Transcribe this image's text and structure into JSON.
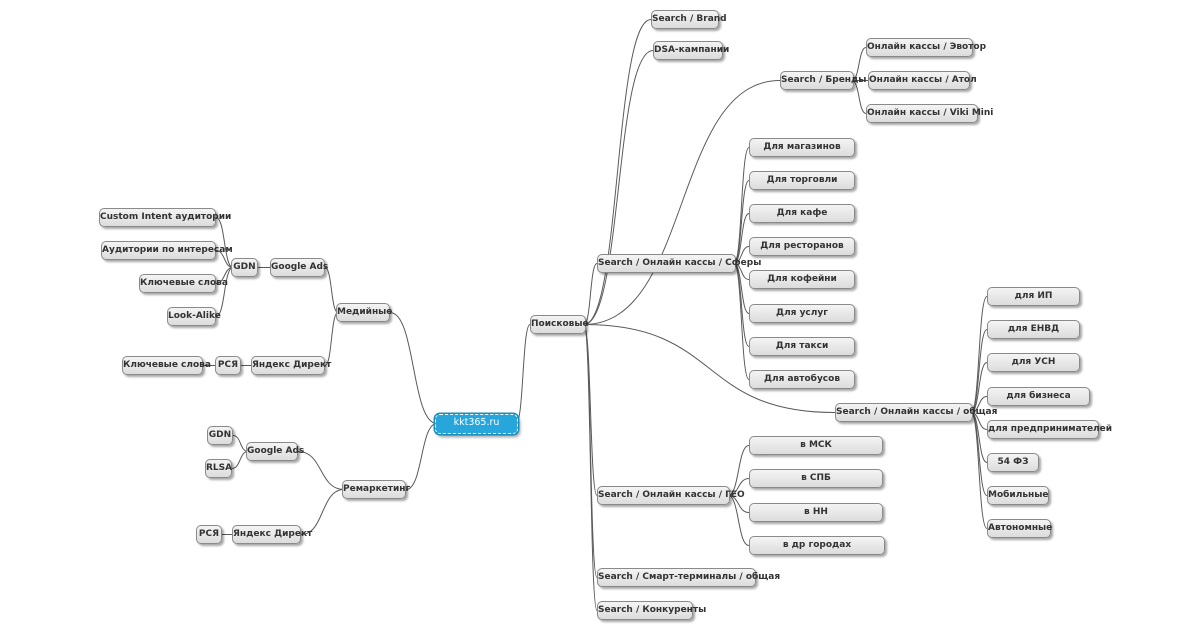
{
  "mindmap": {
    "root": {
      "label": "kkt365.ru"
    },
    "nodes": [
      {
        "id": "poisk",
        "label": "Поисковые",
        "parent": "root"
      },
      {
        "id": "media",
        "label": "Медийные",
        "parent": "root"
      },
      {
        "id": "remark",
        "label": "Ремаркетинг",
        "parent": "root"
      },
      {
        "id": "s_brand",
        "label": "Search / Brand",
        "parent": "poisk"
      },
      {
        "id": "dsa",
        "label": "DSA-кампании",
        "parent": "poisk"
      },
      {
        "id": "s_brendy",
        "label": "Search / Бренды",
        "parent": "poisk"
      },
      {
        "id": "s_sfery",
        "label": "Search / Онлайн кассы / Сферы",
        "parent": "poisk"
      },
      {
        "id": "s_obsh",
        "label": "Search / Онлайн кассы / общая",
        "parent": "poisk"
      },
      {
        "id": "s_geo",
        "label": "Search / Онлайн кассы / ГЕО",
        "parent": "poisk"
      },
      {
        "id": "s_smart",
        "label": "Search / Смарт-терминалы / общая",
        "parent": "poisk"
      },
      {
        "id": "s_konk",
        "label": "Search / Конкуренты",
        "parent": "poisk"
      },
      {
        "id": "b_evotor",
        "label": "Онлайн кассы / Эвотор",
        "parent": "s_brendy"
      },
      {
        "id": "b_atol",
        "label": "Онлайн кассы / Атол",
        "parent": "s_brendy"
      },
      {
        "id": "b_viki",
        "label": "Онлайн кассы / Viki Mini",
        "parent": "s_brendy"
      },
      {
        "id": "sf_mag",
        "label": "Для магазинов",
        "parent": "s_sfery"
      },
      {
        "id": "sf_torg",
        "label": "Для торговли",
        "parent": "s_sfery"
      },
      {
        "id": "sf_kafe",
        "label": "Для кафе",
        "parent": "s_sfery"
      },
      {
        "id": "sf_rest",
        "label": "Для ресторанов",
        "parent": "s_sfery"
      },
      {
        "id": "sf_kof",
        "label": "Для кофейни",
        "parent": "s_sfery"
      },
      {
        "id": "sf_usl",
        "label": "Для услуг",
        "parent": "s_sfery"
      },
      {
        "id": "sf_taxi",
        "label": "Для такси",
        "parent": "s_sfery"
      },
      {
        "id": "sf_bus",
        "label": "Для автобусов",
        "parent": "s_sfery"
      },
      {
        "id": "ob_ip",
        "label": "для ИП",
        "parent": "s_obsh"
      },
      {
        "id": "ob_envd",
        "label": "для ЕНВД",
        "parent": "s_obsh"
      },
      {
        "id": "ob_usn",
        "label": "для УСН",
        "parent": "s_obsh"
      },
      {
        "id": "ob_biz",
        "label": "для бизнеса",
        "parent": "s_obsh"
      },
      {
        "id": "ob_pred",
        "label": "для предпринимателей",
        "parent": "s_obsh"
      },
      {
        "id": "ob_54",
        "label": "54 ФЗ",
        "parent": "s_obsh"
      },
      {
        "id": "ob_mob",
        "label": "Мобильные",
        "parent": "s_obsh"
      },
      {
        "id": "ob_avt",
        "label": "Автономные",
        "parent": "s_obsh"
      },
      {
        "id": "g_msk",
        "label": "в МСК",
        "parent": "s_geo"
      },
      {
        "id": "g_spb",
        "label": "в СПБ",
        "parent": "s_geo"
      },
      {
        "id": "g_nn",
        "label": "в НН",
        "parent": "s_geo"
      },
      {
        "id": "g_dr",
        "label": "в др городах",
        "parent": "s_geo"
      },
      {
        "id": "m_gads",
        "label": "Google Ads",
        "parent": "media"
      },
      {
        "id": "m_yd",
        "label": "Яндекс Директ",
        "parent": "media"
      },
      {
        "id": "m_gdn",
        "label": "GDN",
        "parent": "m_gads"
      },
      {
        "id": "m_ci",
        "label": "Custom Intent аудитории",
        "parent": "m_gdn"
      },
      {
        "id": "m_ai",
        "label": "Аудитории по интересам",
        "parent": "m_gdn"
      },
      {
        "id": "m_kw",
        "label": "Ключевые слова",
        "parent": "m_gdn"
      },
      {
        "id": "m_la",
        "label": "Look-Alike",
        "parent": "m_gdn"
      },
      {
        "id": "m_rsya",
        "label": "РСЯ",
        "parent": "m_yd"
      },
      {
        "id": "m_rsya_kw",
        "label": "Ключевые слова",
        "parent": "m_rsya"
      },
      {
        "id": "r_gads",
        "label": "Google Ads",
        "parent": "remark"
      },
      {
        "id": "r_yd",
        "label": "Яндекс Директ",
        "parent": "remark"
      },
      {
        "id": "r_gdn",
        "label": "GDN",
        "parent": "r_gads"
      },
      {
        "id": "r_rlsa",
        "label": "RLSA",
        "parent": "r_gads"
      },
      {
        "id": "r_rsya",
        "label": "РСЯ",
        "parent": "r_yd"
      }
    ]
  }
}
